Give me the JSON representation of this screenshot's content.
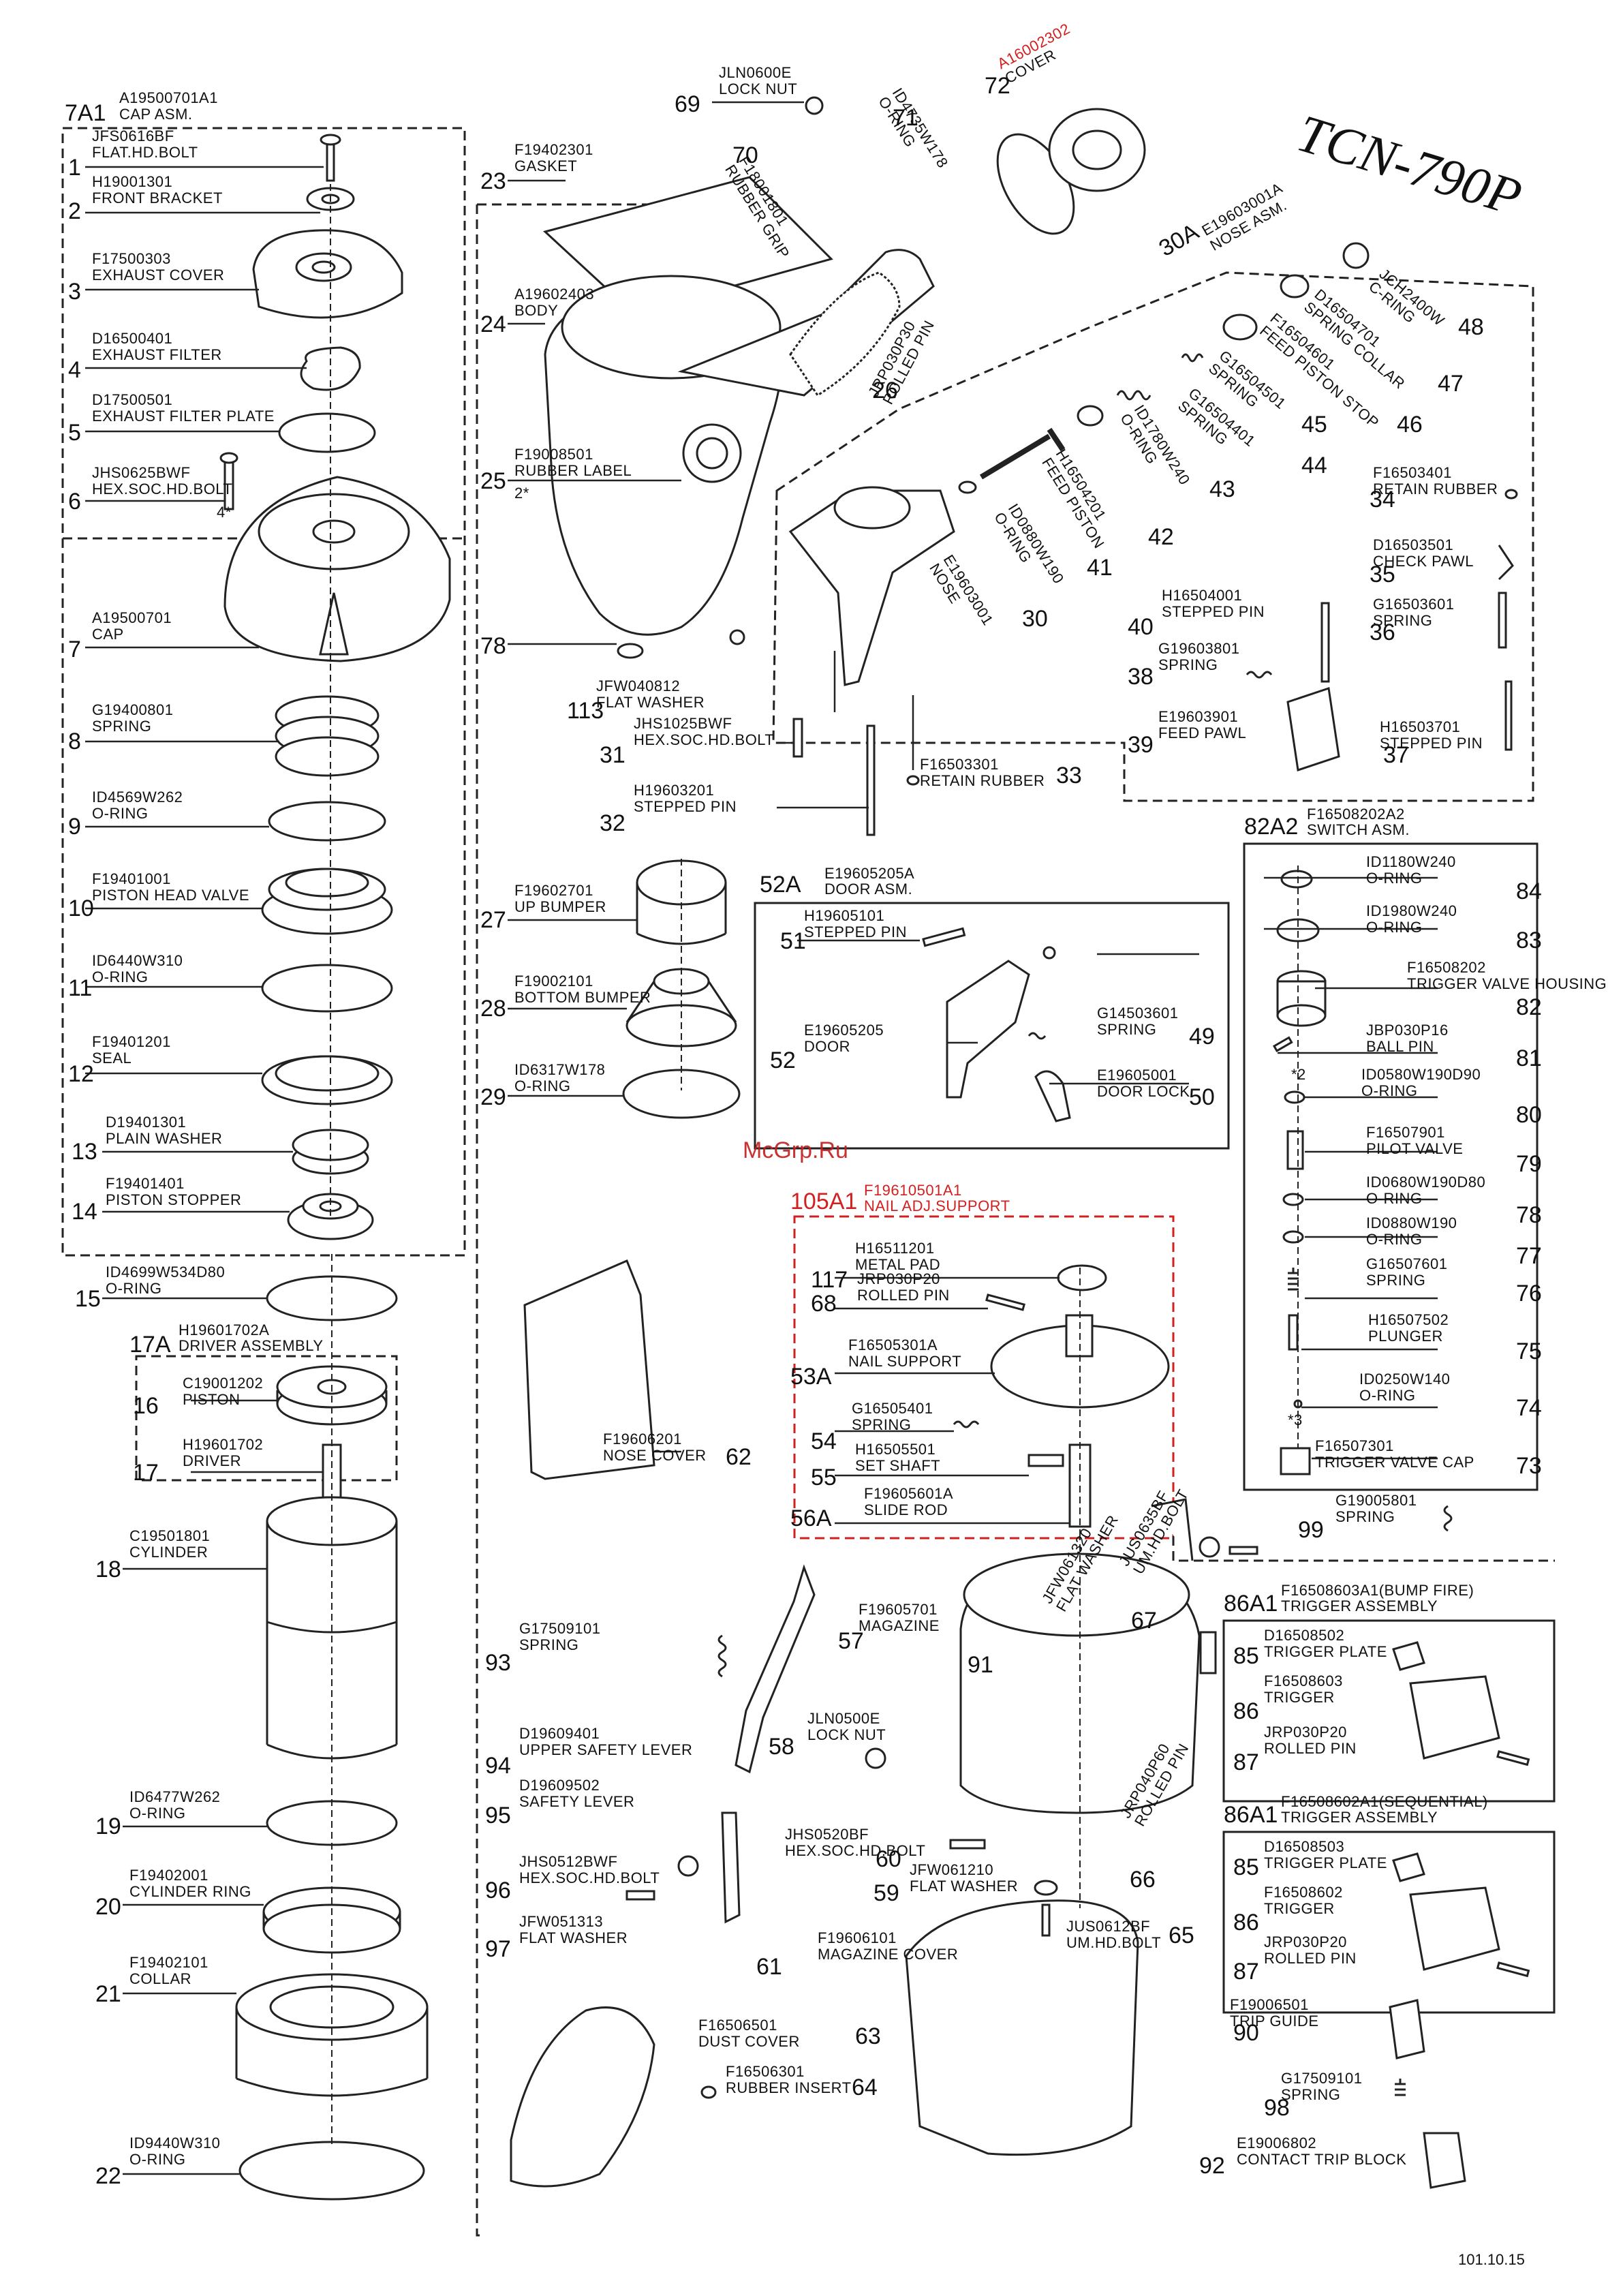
{
  "model": "TCN-790P",
  "watermark": "McGrp.Ru",
  "footer_date": "101.10.15",
  "assemblies": [
    {
      "id": "7A1",
      "code": "A19500701A1",
      "name": "CAP ASM."
    },
    {
      "id": "17A",
      "code": "H19601702A",
      "name": "DRIVER ASSEMBLY"
    },
    {
      "id": "30A",
      "code": "E19603001A",
      "name": "NOSE ASM."
    },
    {
      "id": "52A",
      "code": "E19605205A",
      "name": "DOOR ASM."
    },
    {
      "id": "82A2",
      "code": "F16508202A2",
      "name": "SWITCH ASM."
    },
    {
      "id": "105A1",
      "code": "F19610501A1",
      "name": "NAIL ADJ.SUPPORT"
    },
    {
      "id": "86A1",
      "code": "F16508603A1(BUMP FIRE)",
      "name": "TRIGGER ASSEMBLY"
    },
    {
      "id": "86A1",
      "code": "F16508602A1(SEQUENTIAL)",
      "name": "TRIGGER ASSEMBLY"
    }
  ],
  "parts": [
    {
      "no": "1",
      "code": "JFS0616BF",
      "name": "FLAT.HD.BOLT"
    },
    {
      "no": "2",
      "code": "H19001301",
      "name": "FRONT BRACKET"
    },
    {
      "no": "3",
      "code": "F17500303",
      "name": "EXHAUST COVER"
    },
    {
      "no": "4",
      "code": "D16500401",
      "name": "EXHAUST FILTER"
    },
    {
      "no": "5",
      "code": "D17500501",
      "name": "EXHAUST FILTER PLATE"
    },
    {
      "no": "6",
      "code": "JHS0625BWF",
      "name": "HEX.SOC.HD.BOLT"
    },
    {
      "no": "7",
      "code": "A19500701",
      "name": "CAP"
    },
    {
      "no": "8",
      "code": "G19400801",
      "name": "SPRING"
    },
    {
      "no": "9",
      "code": "ID4569W262",
      "name": "O-RING"
    },
    {
      "no": "10",
      "code": "F19401001",
      "name": "PISTON HEAD VALVE"
    },
    {
      "no": "11",
      "code": "ID6440W310",
      "name": "O-RING"
    },
    {
      "no": "12",
      "code": "F19401201",
      "name": "SEAL"
    },
    {
      "no": "13",
      "code": "D19401301",
      "name": "PLAIN WASHER"
    },
    {
      "no": "14",
      "code": "F19401401",
      "name": "PISTON STOPPER"
    },
    {
      "no": "15",
      "code": "ID4699W534D80",
      "name": "O-RING"
    },
    {
      "no": "16",
      "code": "C19001202",
      "name": "PISTON"
    },
    {
      "no": "17",
      "code": "H19601702",
      "name": "DRIVER"
    },
    {
      "no": "18",
      "code": "C19501801",
      "name": "CYLINDER"
    },
    {
      "no": "19",
      "code": "ID6477W262",
      "name": "O-RING"
    },
    {
      "no": "20",
      "code": "F19402001",
      "name": "CYLINDER RING"
    },
    {
      "no": "21",
      "code": "F19402101",
      "name": "COLLAR"
    },
    {
      "no": "22",
      "code": "ID9440W310",
      "name": "O-RING"
    },
    {
      "no": "23",
      "code": "F19402301",
      "name": "GASKET"
    },
    {
      "no": "24",
      "code": "A19602403",
      "name": "BODY"
    },
    {
      "no": "25",
      "code": "F19008501",
      "name": "RUBBER LABEL"
    },
    {
      "no": "26",
      "code": "JRP030P30",
      "name": "ROLLED PIN"
    },
    {
      "no": "27",
      "code": "F19602701",
      "name": "UP BUMPER"
    },
    {
      "no": "28",
      "code": "F19002101",
      "name": "BOTTOM BUMPER"
    },
    {
      "no": "29",
      "code": "ID6317W178",
      "name": "O-RING"
    },
    {
      "no": "30",
      "code": "E19603001",
      "name": "NOSE"
    },
    {
      "no": "31",
      "code": "JHS1025BWF",
      "name": "HEX.SOC.HD.BOLT"
    },
    {
      "no": "32",
      "code": "H19603201",
      "name": "STEPPED PIN"
    },
    {
      "no": "33",
      "code": "F16503301",
      "name": "RETAIN RUBBER"
    },
    {
      "no": "34",
      "code": "F16503401",
      "name": "RETAIN RUBBER"
    },
    {
      "no": "35",
      "code": "D16503501",
      "name": "CHECK PAWL"
    },
    {
      "no": "36",
      "code": "G16503601",
      "name": "SPRING"
    },
    {
      "no": "37",
      "code": "H16503701",
      "name": "STEPPED PIN"
    },
    {
      "no": "38",
      "code": "G19603801",
      "name": "SPRING"
    },
    {
      "no": "39",
      "code": "E19603901",
      "name": "FEED PAWL"
    },
    {
      "no": "40",
      "code": "H16504001",
      "name": "STEPPED PIN"
    },
    {
      "no": "41",
      "code": "ID0880W190",
      "name": "O-RING"
    },
    {
      "no": "42",
      "code": "H16504201",
      "name": "FEED PISTON"
    },
    {
      "no": "43",
      "code": "ID1780W240",
      "name": "O-RING"
    },
    {
      "no": "44",
      "code": "G16504401",
      "name": "SPRING"
    },
    {
      "no": "45",
      "code": "G16504501",
      "name": "SPRING"
    },
    {
      "no": "46",
      "code": "F16504601",
      "name": "FEED PISTON STOP"
    },
    {
      "no": "47",
      "code": "D16504701",
      "name": "SPRING COLLAR"
    },
    {
      "no": "48",
      "code": "JCH2400W",
      "name": "C-RING"
    },
    {
      "no": "49",
      "code": "G14503601",
      "name": "SPRING"
    },
    {
      "no": "50",
      "code": "E19605001",
      "name": "DOOR LOCK"
    },
    {
      "no": "51",
      "code": "H19605101",
      "name": "STEPPED PIN"
    },
    {
      "no": "52",
      "code": "E19605205",
      "name": "DOOR"
    },
    {
      "no": "53A",
      "code": "F16505301A",
      "name": "NAIL SUPPORT"
    },
    {
      "no": "54",
      "code": "G16505401",
      "name": "SPRING"
    },
    {
      "no": "55",
      "code": "H16505501",
      "name": "SET SHAFT"
    },
    {
      "no": "56A",
      "code": "F19605601A",
      "name": "SLIDE ROD"
    },
    {
      "no": "57",
      "code": "F19605701",
      "name": "MAGAZINE"
    },
    {
      "no": "58",
      "code": "JLN0500E",
      "name": "LOCK NUT"
    },
    {
      "no": "59",
      "code": "JFW061210",
      "name": "FLAT WASHER"
    },
    {
      "no": "60",
      "code": "JHS0520BF",
      "name": "HEX.SOC.HD.BOLT"
    },
    {
      "no": "61",
      "code": "F19606101",
      "name": "MAGAZINE COVER"
    },
    {
      "no": "62",
      "code": "F19606201",
      "name": "NOSE COVER"
    },
    {
      "no": "63",
      "code": "F16506501",
      "name": "DUST COVER"
    },
    {
      "no": "64",
      "code": "F16506301",
      "name": "RUBBER INSERT"
    },
    {
      "no": "65",
      "code": "JUS0612BF",
      "name": "UM.HD.BOLT"
    },
    {
      "no": "66",
      "code": "JRP040P60",
      "name": "ROLLED PIN"
    },
    {
      "no": "67",
      "code": "JUS0635BF",
      "name": "UM.HD.BOLT"
    },
    {
      "no": "68",
      "code": "JRP030P20",
      "name": "ROLLED PIN"
    },
    {
      "no": "69",
      "code": "JLN0600E",
      "name": "LOCK NUT"
    },
    {
      "no": "70",
      "code": "F18001801",
      "name": "RUBBER GRIP"
    },
    {
      "no": "71",
      "code": "ID4735W178",
      "name": "O-RING"
    },
    {
      "no": "72",
      "code": "A16002302",
      "name": "COVER"
    },
    {
      "no": "73",
      "code": "F16507301",
      "name": "TRIGGER VALVE CAP"
    },
    {
      "no": "74",
      "code": "ID0250W140",
      "name": "O-RING"
    },
    {
      "no": "75",
      "code": "H16507502",
      "name": "PLUNGER"
    },
    {
      "no": "76",
      "code": "G16507601",
      "name": "SPRING"
    },
    {
      "no": "77",
      "code": "ID0880W190",
      "name": "O-RING"
    },
    {
      "no": "78",
      "code": "ID0680W190D80",
      "name": "O-RING"
    },
    {
      "no": "79",
      "code": "F16507901",
      "name": "PILOT VALVE"
    },
    {
      "no": "80",
      "code": "ID0580W190D90",
      "name": "O-RING"
    },
    {
      "no": "81",
      "code": "JBP030P16",
      "name": "BALL PIN"
    },
    {
      "no": "82",
      "code": "F16508202",
      "name": "TRIGGER VALVE HOUSING"
    },
    {
      "no": "83",
      "code": "ID1980W240",
      "name": "O-RING"
    },
    {
      "no": "84",
      "code": "ID1180W240",
      "name": "O-RING"
    },
    {
      "no": "85",
      "code": "D16508502",
      "name": "TRIGGER PLATE"
    },
    {
      "no": "86",
      "code": "F16508603",
      "name": "TRIGGER"
    },
    {
      "no": "87",
      "code": "JRP030P20",
      "name": "ROLLED PIN"
    },
    {
      "no": "85",
      "code": "D16508503",
      "name": "TRIGGER PLATE"
    },
    {
      "no": "86",
      "code": "F16508602",
      "name": "TRIGGER"
    },
    {
      "no": "87",
      "code": "JRP030P20",
      "name": "ROLLED PIN"
    },
    {
      "no": "90",
      "code": "F19006501",
      "name": "TRIP GUIDE"
    },
    {
      "no": "91",
      "code": "JFW061320",
      "name": "FLAT WASHER"
    },
    {
      "no": "92",
      "code": "E19006802",
      "name": "CONTACT TRIP BLOCK"
    },
    {
      "no": "93",
      "code": "G17509101",
      "name": "SPRING"
    },
    {
      "no": "94",
      "code": "D19609401",
      "name": "UPPER SAFETY LEVER"
    },
    {
      "no": "95",
      "code": "D19609502",
      "name": "SAFETY LEVER"
    },
    {
      "no": "96",
      "code": "JHS0512BWF",
      "name": "HEX.SOC.HD.BOLT"
    },
    {
      "no": "97",
      "code": "JFW051313",
      "name": "FLAT WASHER"
    },
    {
      "no": "98",
      "code": "G17509101",
      "name": "SPRING"
    },
    {
      "no": "99",
      "code": "G19005801",
      "name": "SPRING"
    },
    {
      "no": "113",
      "code": "JFW040812",
      "name": "FLAT WASHER"
    },
    {
      "no": "117",
      "code": "H16511201",
      "name": "METAL PAD"
    },
    {
      "no": "78",
      "code": "",
      "name": ""
    }
  ],
  "notes": [
    "4*",
    "2*",
    "*2",
    "*3"
  ]
}
